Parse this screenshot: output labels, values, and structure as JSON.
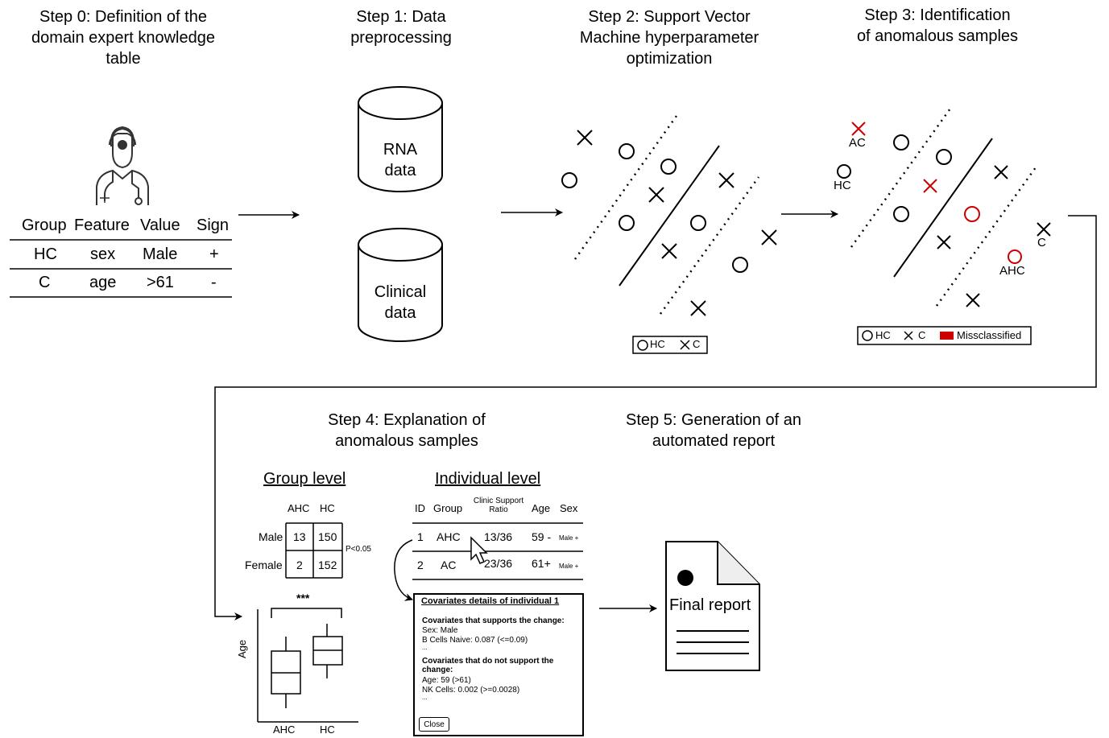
{
  "steps": {
    "step0": "Step 0: Definition of the\ndomain expert knowledge\ntable",
    "step1": "Step 1: Data\npreprocessing",
    "step2": "Step 2: Support Vector\nMachine hyperparameter\noptimization",
    "step3": "Step 3: Identification\nof anomalous samples",
    "step4": "Step 4: Explanation of\nanomalous samples",
    "step5": "Step 5: Generation of an\nautomated report"
  },
  "knowledge_table": {
    "headers": [
      "Group",
      "Feature",
      "Value",
      "Sign"
    ],
    "rows": [
      [
        "HC",
        "sex",
        "Male",
        "+"
      ],
      [
        "C",
        "age",
        ">61",
        "-"
      ]
    ]
  },
  "databases": {
    "rna": "RNA\ndata",
    "clinical": "Clinical\ndata"
  },
  "svm_step2": {
    "legend": [
      "HC",
      "C"
    ]
  },
  "svm_step3": {
    "labels": {
      "ac": "AC",
      "hc": "HC",
      "c": "C",
      "ahc": "AHC"
    },
    "legend": [
      "HC",
      "C",
      "Missclassified"
    ],
    "misclassified_color": "#cc0000"
  },
  "group_level": {
    "header": "Group level",
    "columns": [
      "AHC",
      "HC"
    ],
    "rows": [
      {
        "label": "Male",
        "values": [
          "13",
          "150"
        ]
      },
      {
        "label": "Female",
        "values": [
          "2",
          "152"
        ]
      }
    ],
    "pvalue": "P<0.05",
    "significance": "***",
    "boxplot_ylabel": "Age",
    "boxplot_xlabels": [
      "AHC",
      "HC"
    ]
  },
  "individual_level": {
    "header": "Individual level",
    "columns": [
      "ID",
      "Group",
      "Clinic Support\nRatio",
      "Age",
      "Sex"
    ],
    "rows": [
      {
        "id": "1",
        "group": "AHC",
        "ratio": "13/36",
        "age": "59 -",
        "sex": "Male +"
      },
      {
        "id": "2",
        "group": "AC",
        "ratio": "23/36",
        "age": "61+",
        "sex": "Male +"
      }
    ]
  },
  "popup": {
    "title": "Covariates details of individual 1",
    "support_heading": "Covariates that supports the change:",
    "support_items": [
      "Sex: Male",
      "B Cells Naive: 0.087 (<=0.09)",
      "..."
    ],
    "nosupport_heading": "Covariates that do not support the\nchange:",
    "nosupport_items": [
      "Age: 59 (>61)",
      "NK Cells: 0.002 (>=0.0028)",
      "..."
    ],
    "close_label": "Close"
  },
  "report": {
    "label": "Final report"
  }
}
